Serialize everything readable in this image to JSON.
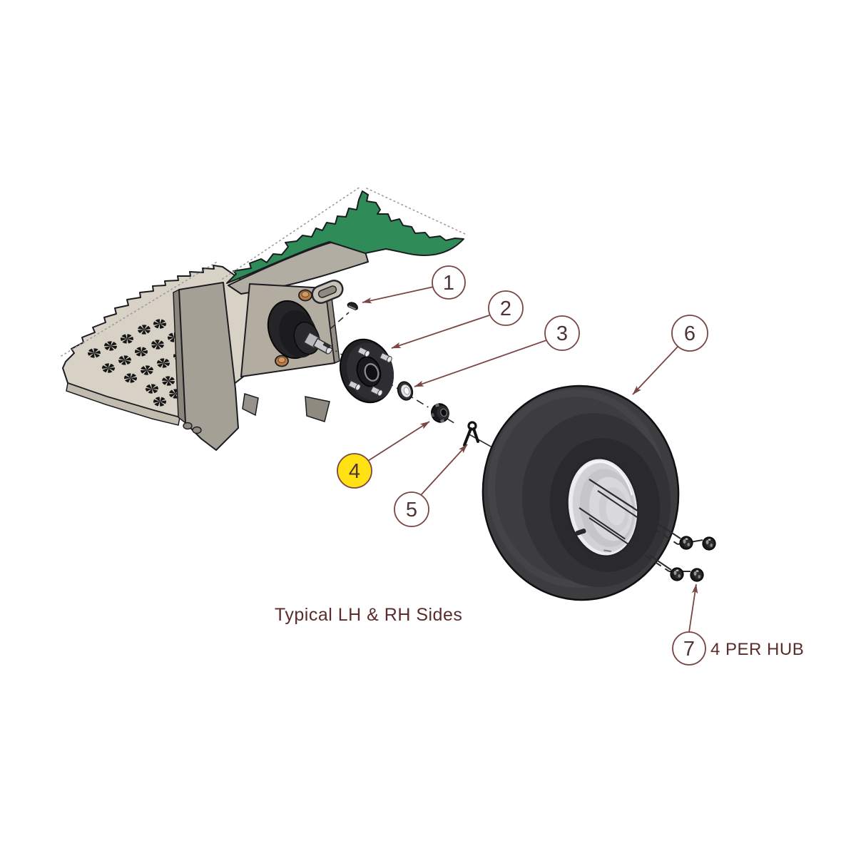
{
  "diagram": {
    "caption": "Typical LH & RH Sides",
    "callouts": [
      {
        "number": "1",
        "target": "woodruff-key",
        "highlighted": false
      },
      {
        "number": "2",
        "target": "wheel-hub",
        "highlighted": false
      },
      {
        "number": "3",
        "target": "flat-washer",
        "highlighted": false
      },
      {
        "number": "4",
        "target": "castle-nut",
        "highlighted": true
      },
      {
        "number": "5",
        "target": "cotter-pin",
        "highlighted": false
      },
      {
        "number": "6",
        "target": "tire-and-rim",
        "highlighted": false
      },
      {
        "number": "7",
        "target": "lug-nut",
        "highlighted": false,
        "note": "4 PER HUB"
      }
    ],
    "colors": {
      "accent_maroon": "#7a4545",
      "text_maroon": "#5c2b2b",
      "highlight_yellow": "#ffe114",
      "fender_green": "#2f8b58",
      "plate_tan": "#d8d2c6",
      "bracket_gray": "#b3aca1",
      "gusset_gray": "#a5a096",
      "part_black": "#1f1f23",
      "tire_gray": "#3d3d40",
      "rim_gray": "#d9d9db",
      "bolt_brass": "#b57b4a"
    }
  }
}
